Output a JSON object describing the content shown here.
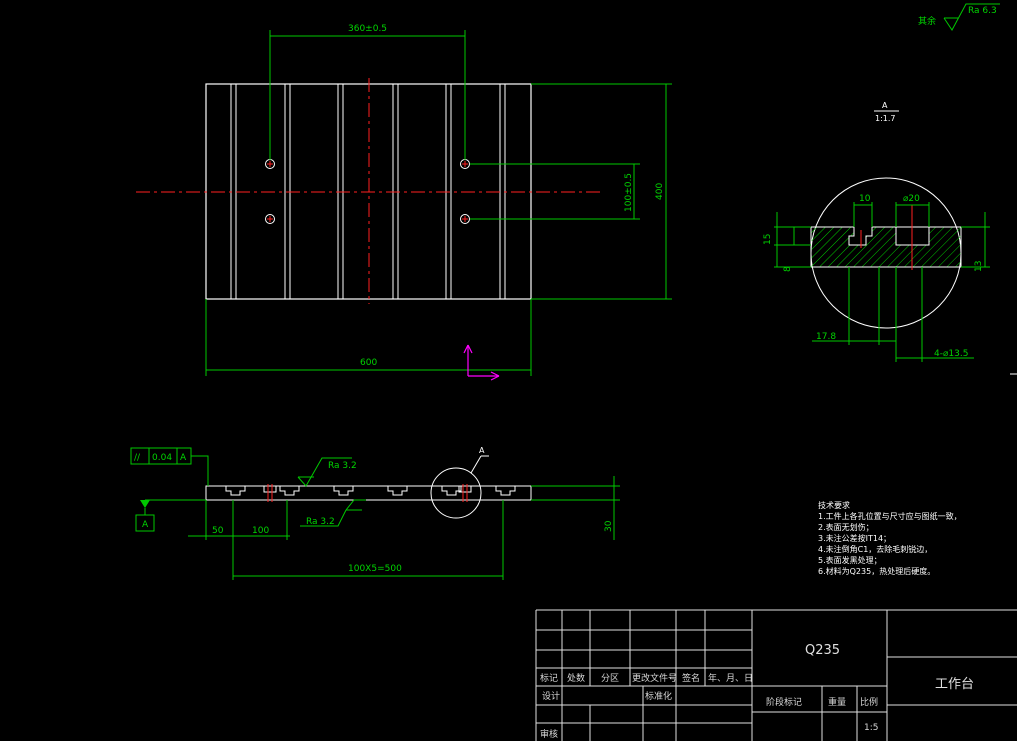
{
  "dimensions": {
    "hole_spacing_x": "360±0.5",
    "hole_spacing_y": "100±0.5",
    "plate_height": "400",
    "plate_width": "600",
    "section_len": "10",
    "section_dia": "⌀20",
    "section_h1": "15",
    "section_h2": "8",
    "section_h3": "13",
    "section_offset": "17.8",
    "hole_callout": "4-⌀13.5",
    "side_50": "50",
    "side_100": "100",
    "side_thickness": "30",
    "side_pattern": "100X5=500"
  },
  "section_label": {
    "letter": "A",
    "scale": "1:1.7"
  },
  "detail_marker": "A",
  "surface_finish": {
    "rest_label": "其余",
    "rest_value": "Ra 6.3",
    "top_value": "Ra 3.2",
    "bottom_value": "Ra 3.2"
  },
  "tolerance_frame": {
    "symbol": "//",
    "value": "0.04",
    "datum": "A"
  },
  "datum_label": "A",
  "notes": [
    "技术要求",
    "1.工件上各孔位置与尺寸应与图纸一致，",
    "2.表面无划伤；",
    "3.未注公差按IT14；",
    "4.未注倒角C1，去除毛刺锐边，",
    "5.表面发黑处理；",
    "6.材料为Q235，热处理后硬度。"
  ],
  "title_block": {
    "material": "Q235",
    "part_name": "工作台",
    "revision_headers": [
      "标记",
      "处数",
      "分区",
      "更改文件号",
      "签名",
      "年、月、日"
    ],
    "design_label": "设计",
    "standard_label": "标准化",
    "review_label": "审核",
    "stage_label": "阶段标记",
    "weight_label": "重量",
    "scale_label": "比例",
    "scale_value": "1:5"
  }
}
